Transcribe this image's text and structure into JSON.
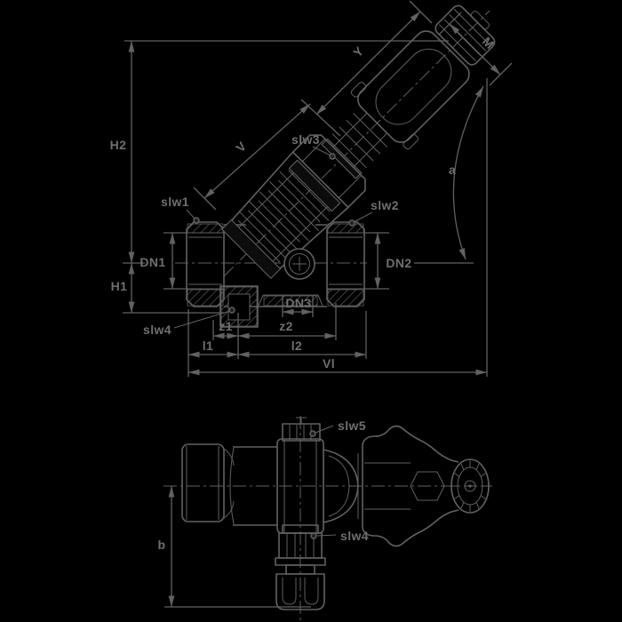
{
  "colors": {
    "background": "#000000",
    "line": "#616161",
    "text": "#6f6f6f",
    "dark_fill": "#0c0c0c"
  },
  "views": {
    "front": {
      "dims": {
        "h2": "H2",
        "h1": "H1",
        "dn1": "DN1",
        "dn2": "DN2",
        "dn3": "DN3",
        "z1": "z1",
        "z2": "z2",
        "l1": "l1",
        "l2": "l2",
        "vl": "Vl",
        "v": "V",
        "y": "Y",
        "m": "M",
        "angle": "a"
      },
      "callouts": {
        "slw1": "slw1",
        "slw2": "slw2",
        "slw3": "slw3",
        "slw4": "slw4"
      }
    },
    "side": {
      "dims": {
        "b": "b"
      },
      "callouts": {
        "slw5": "slw5",
        "slw4": "slw4"
      }
    }
  }
}
